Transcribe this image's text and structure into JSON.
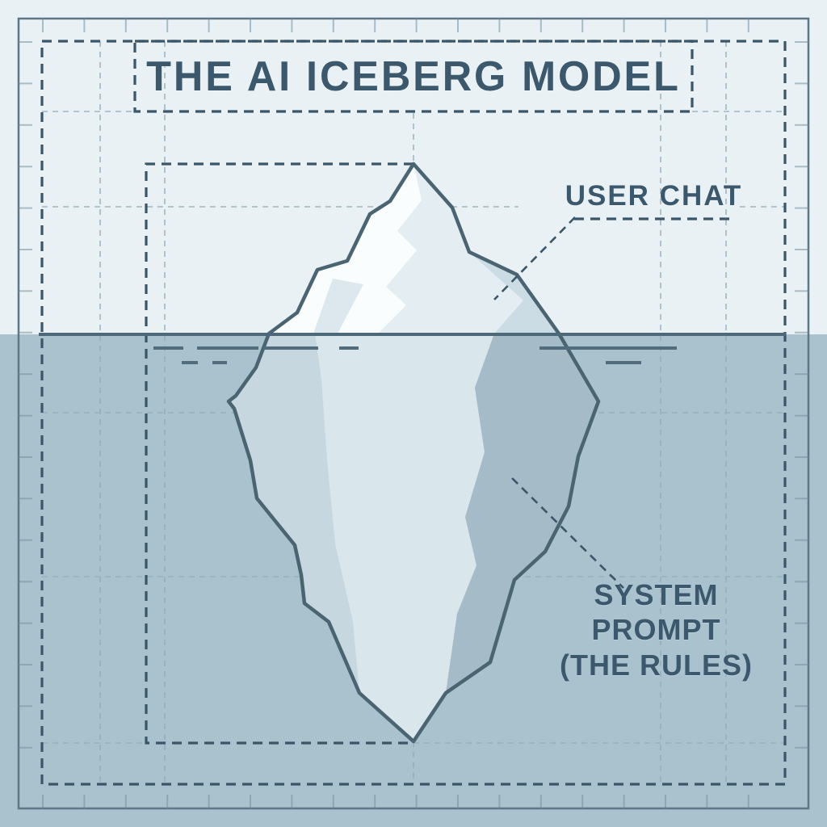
{
  "diagram": {
    "title": "THE AI ICEBERG MODEL",
    "style": "blueprint-iceberg-infographic",
    "annotations": {
      "user_chat": {
        "label": "USER CHAT",
        "position": "above waterline, points to visible tip of iceberg"
      },
      "system_prompt": {
        "line1": "SYSTEM PROMPT",
        "line2": "(THE RULES)",
        "position": "below waterline, points to submerged iceberg mass"
      }
    },
    "colors": {
      "background_sky": "#e9f1f4",
      "water": "#a9c2ce",
      "ink_dark": "#3c586c",
      "grid_light": "#93abb8",
      "outer_border": "#5e7787",
      "iceberg_outline": "#4a6472",
      "iceberg_above_white": "#fafdfd",
      "iceberg_above_facet": "#e3edf2",
      "iceberg_below_light": "#d9e6ec",
      "iceberg_below_mid": "#c6d7e0",
      "iceberg_below_dark": "#a6bbc8",
      "waterline": "#4d6878"
    }
  }
}
